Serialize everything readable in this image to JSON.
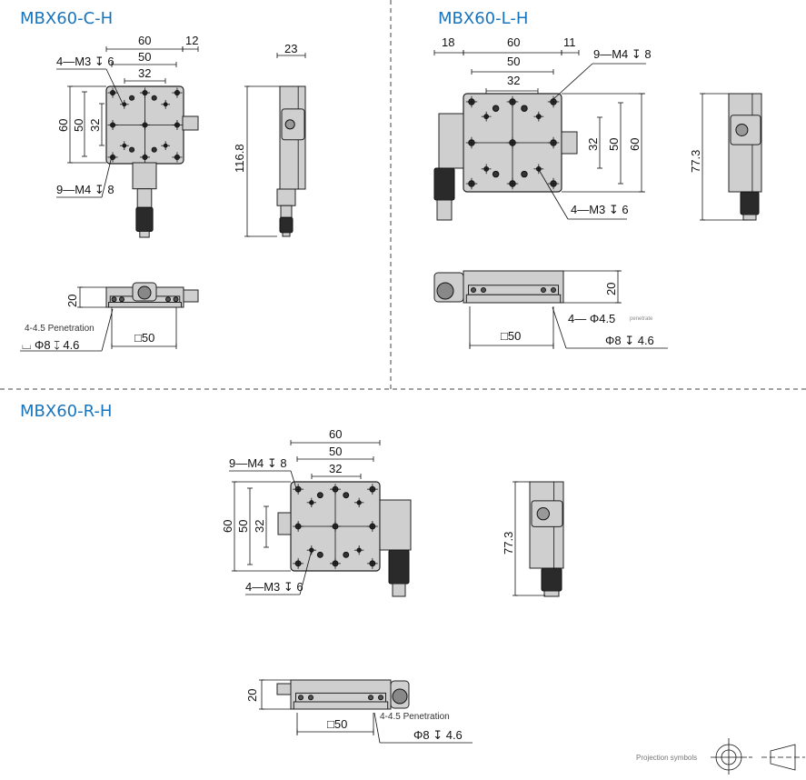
{
  "sections": {
    "c": {
      "title": "MBX60-C-H",
      "dims": {
        "w60": "60",
        "w12": "12",
        "w50": "50",
        "w32": "32",
        "h60": "60",
        "h50": "50",
        "h32": "32",
        "side23": "23",
        "height": "116.8",
        "front20": "20",
        "square50": "□50"
      },
      "labels": {
        "m3": "4—M3 ↧ 6",
        "m4": "9—M4 ↧ 8",
        "penetration": "4-4.5 Penetration",
        "counterbore": "⌴ Φ8 ↧ 4.6"
      }
    },
    "l": {
      "title": "MBX60-L-H",
      "dims": {
        "w18": "18",
        "w60": "60",
        "w11": "11",
        "w50": "50",
        "w32": "32",
        "h32": "32",
        "h50": "50",
        "h60": "60",
        "height": "77.3",
        "front20": "20",
        "square50": "□50"
      },
      "labels": {
        "m4": "9—M4 ↧ 8",
        "m3": "4—M3 ↧ 6",
        "hole": "4— Φ4.5",
        "penetrate": "penetrate",
        "counterbore": "Φ8 ↧ 4.6"
      }
    },
    "r": {
      "title": "MBX60-R-H",
      "dims": {
        "w60": "60",
        "w50": "50",
        "w32": "32",
        "h60": "60",
        "h50": "50",
        "h32": "32",
        "height": "77.3",
        "front20": "20",
        "square50": "□50"
      },
      "labels": {
        "m4": "9—M4 ↧ 8",
        "m3": "4—M3 ↧ 6",
        "penetration": "4-4.5 Penetration",
        "counterbore": "Φ8 ↧ 4.6"
      }
    }
  },
  "footer": {
    "projection_label": "Projection symbols"
  },
  "colors": {
    "title": "#1a74bb",
    "plate": "#d0d0d0"
  }
}
